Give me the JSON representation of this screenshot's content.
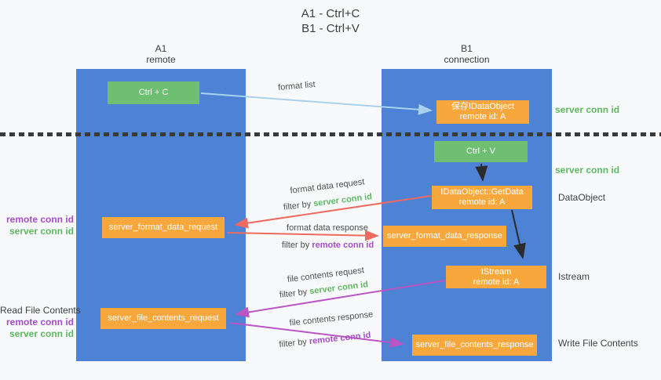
{
  "title": {
    "line1": "A1 - Ctrl+C",
    "line2": "B1 - Ctrl+V"
  },
  "lanes": {
    "left": {
      "name": "A1",
      "role": "remote"
    },
    "right": {
      "name": "B1",
      "role": "connection"
    }
  },
  "nodes": {
    "ctrl_c": {
      "label": "Ctrl + C"
    },
    "save_idataobject": {
      "line1": "保存IDataObject",
      "line2": "remote id: A"
    },
    "ctrl_v": {
      "label": "Ctrl + V"
    },
    "getdata": {
      "line1": "IDataObject::GetData",
      "line2": "remote id: A"
    },
    "istream": {
      "line1": "IStream",
      "line2": "remote id: A"
    },
    "server_format_data_request": {
      "label": "server_format_data_request"
    },
    "server_format_data_response": {
      "label": "server_format_data_response"
    },
    "server_file_contents_request": {
      "label": "server_file_contents_request"
    },
    "server_file_contents_response": {
      "label": "server_file_contents_response"
    }
  },
  "arrow_labels": {
    "format_list": "format list",
    "format_data_request": "format data request",
    "format_data_response": "format data response",
    "file_contents_request": "file contents request",
    "file_contents_response": "file contents response",
    "filter_by": "filter by",
    "server_conn_id": "server conn id",
    "remote_conn_id": "remote conn id"
  },
  "side_labels": {
    "server_conn_id_top": "server conn id",
    "server_conn_id_mid": "server conn id",
    "dataobject": "DataObject",
    "istream": "Istream",
    "write_file_contents": "Write File Contents",
    "read_file_contents": "Read File Contents",
    "remote_conn_id_1": "remote conn id",
    "server_conn_id_1": "server conn id",
    "remote_conn_id_2": "remote conn id",
    "server_conn_id_2": "server conn id"
  },
  "colors": {
    "lane_blue": "#4d82d4",
    "node_orange": "#f8a73d",
    "node_green": "#6fbf72",
    "green_text": "#5db961",
    "purple_text": "#a64dc9",
    "red_arrow": "#ee6a61",
    "magenta_arrow": "#bb55c6",
    "light_blue_arrow": "#a9d2ef",
    "black_arrow": "#2b2b2b",
    "background": "#f8f9fa"
  }
}
